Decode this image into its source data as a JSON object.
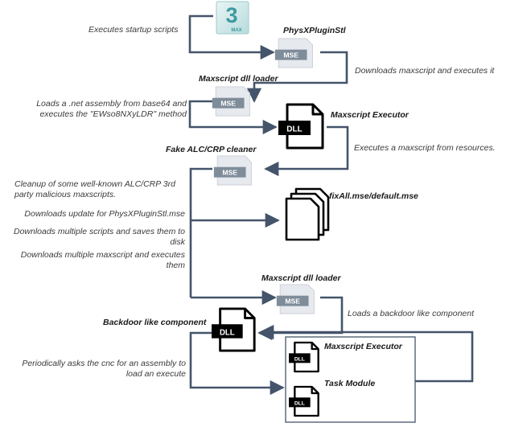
{
  "colors": {
    "line": "#44546a",
    "file_fill": "#e6e9ee",
    "file_band": "#7f8c9a",
    "max_teal": "#3d9aa0"
  },
  "max_icon": {
    "numeral": "3",
    "sub": "MAX"
  },
  "nodes": {
    "physx": "PhysXPluginStl",
    "loader1": "Maxscript dll loader",
    "executor": "Maxscript Executor",
    "cleaner": "Fake ALC/CRP cleaner",
    "fixall": "fixAll.mse/default.mse",
    "loader2": "Maxscript dll loader",
    "backdoor": "Backdoor like component",
    "box_executor": "Maxscript Executor",
    "task_module": "Task Module"
  },
  "icon_labels": {
    "mse": "MSE",
    "dll": "DLL"
  },
  "notes": {
    "startup": "Executes startup scripts",
    "downloads_exec": "Downloads maxscript and executes it",
    "net_line1": "Loads a .net assembly from base64 and",
    "net_line2": "executes the \"EWso8NXyLDR\" method",
    "exec_resources": "Executes a maxscript from resources.",
    "cleanup": "Cleanup of some well-known ALC/CRP 3rd party malicious maxscripts.",
    "update": "Downloads update for PhysXPluginStl.mse",
    "multi_scripts": "Downloads multiple scripts and saves them to disk",
    "multi_maxscript": "Downloads multiple maxscript and executes them",
    "backdoor_load": "Loads a backdoor like component",
    "periodic": "Periodically asks the cnc for an assembly to load an execute"
  }
}
